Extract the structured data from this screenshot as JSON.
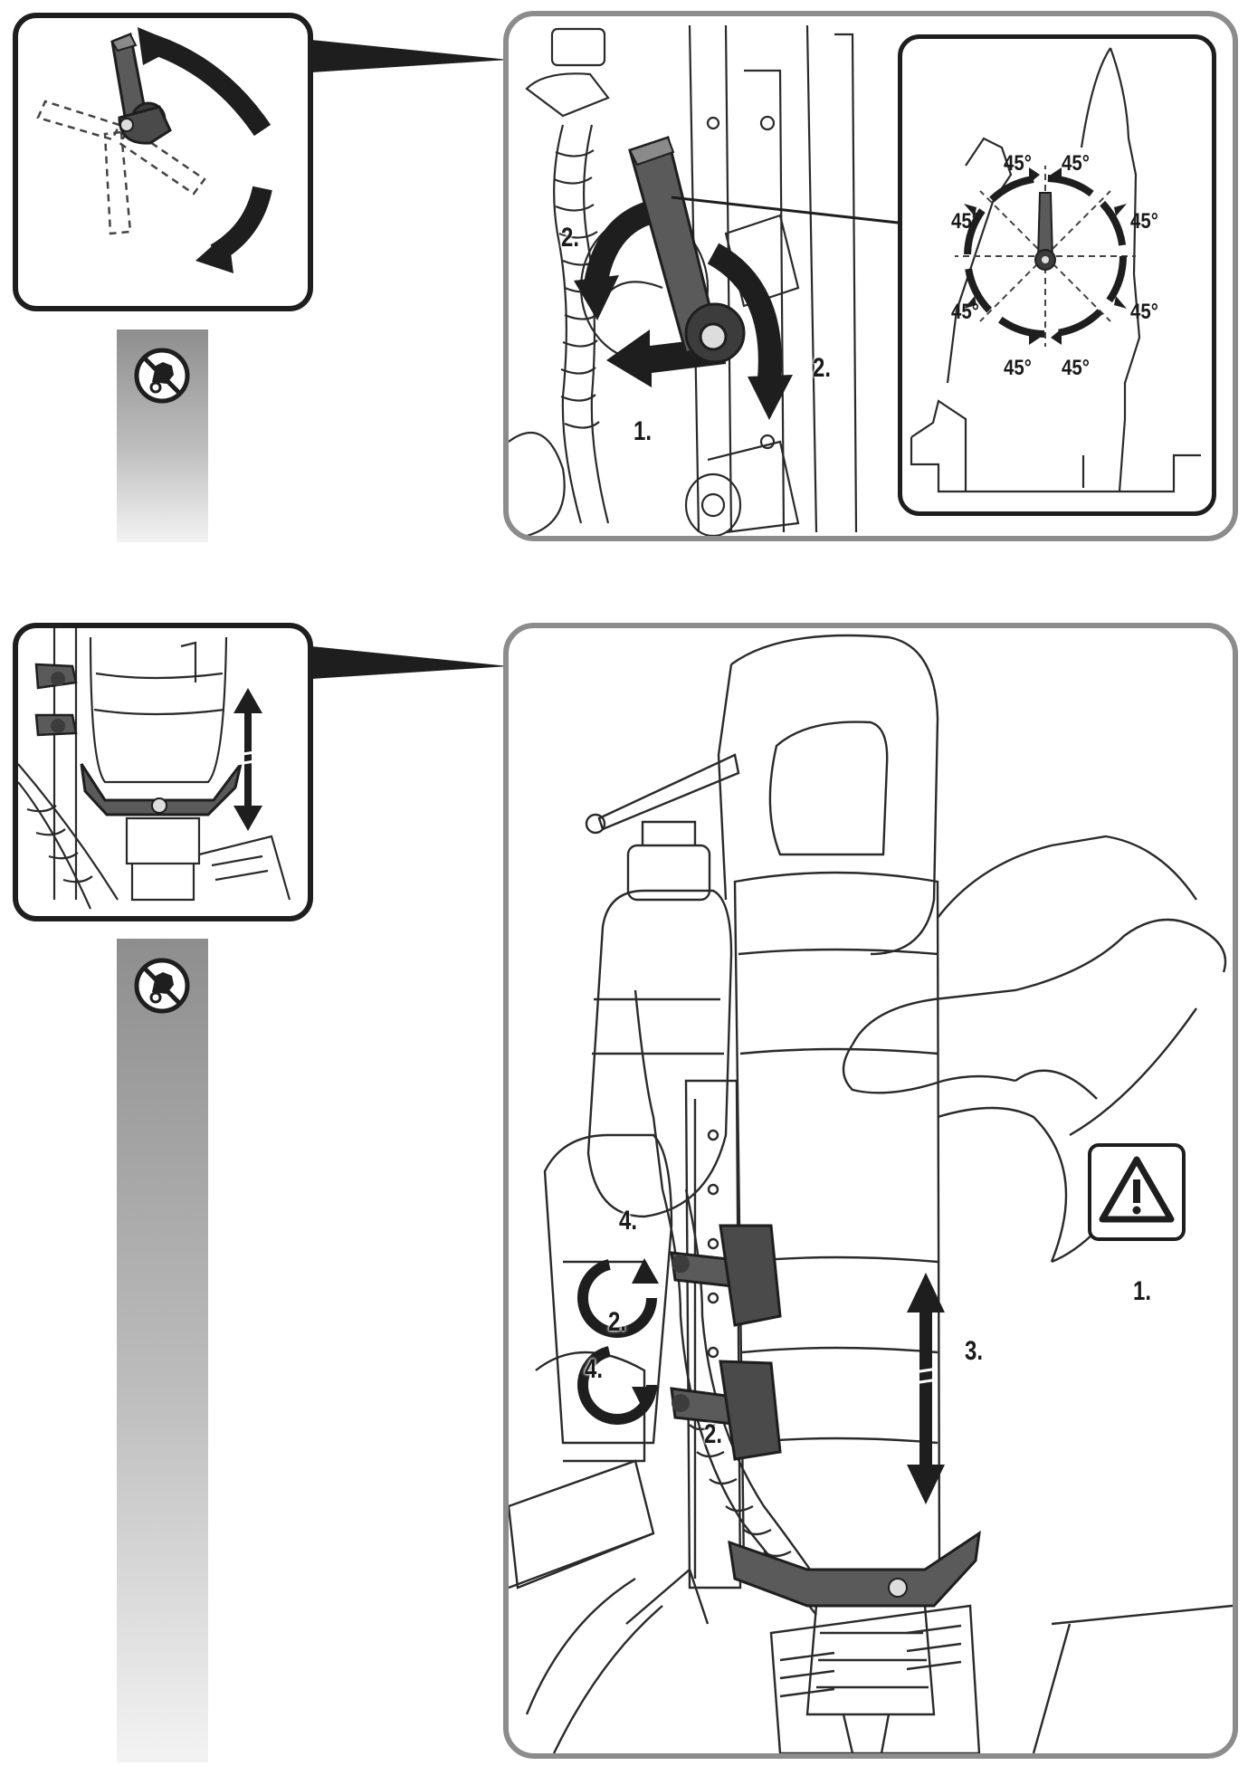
{
  "panel1": {
    "labels": {
      "move": "1.",
      "rotate_left": "2.",
      "rotate_right": "2."
    },
    "angles": [
      "45°",
      "45°",
      "45°",
      "45°",
      "45°",
      "45°",
      "45°",
      "45°"
    ]
  },
  "panel2": {
    "labels": {
      "warning": "1.",
      "loosen_top": "2.",
      "loosen_bottom": "2.",
      "adjust": "3.",
      "tighten_top": "4.",
      "tighten_bottom": "4."
    }
  },
  "colors": {
    "frame": "#8c8c8c",
    "outline": "#1e1e1e",
    "lever": "#5a5a5a",
    "strip": "#9e9e9e"
  },
  "icons": [
    "lever-icon",
    "no-gloves-icon",
    "warning-icon",
    "rotation-arrow-icon",
    "double-arrow-icon"
  ]
}
